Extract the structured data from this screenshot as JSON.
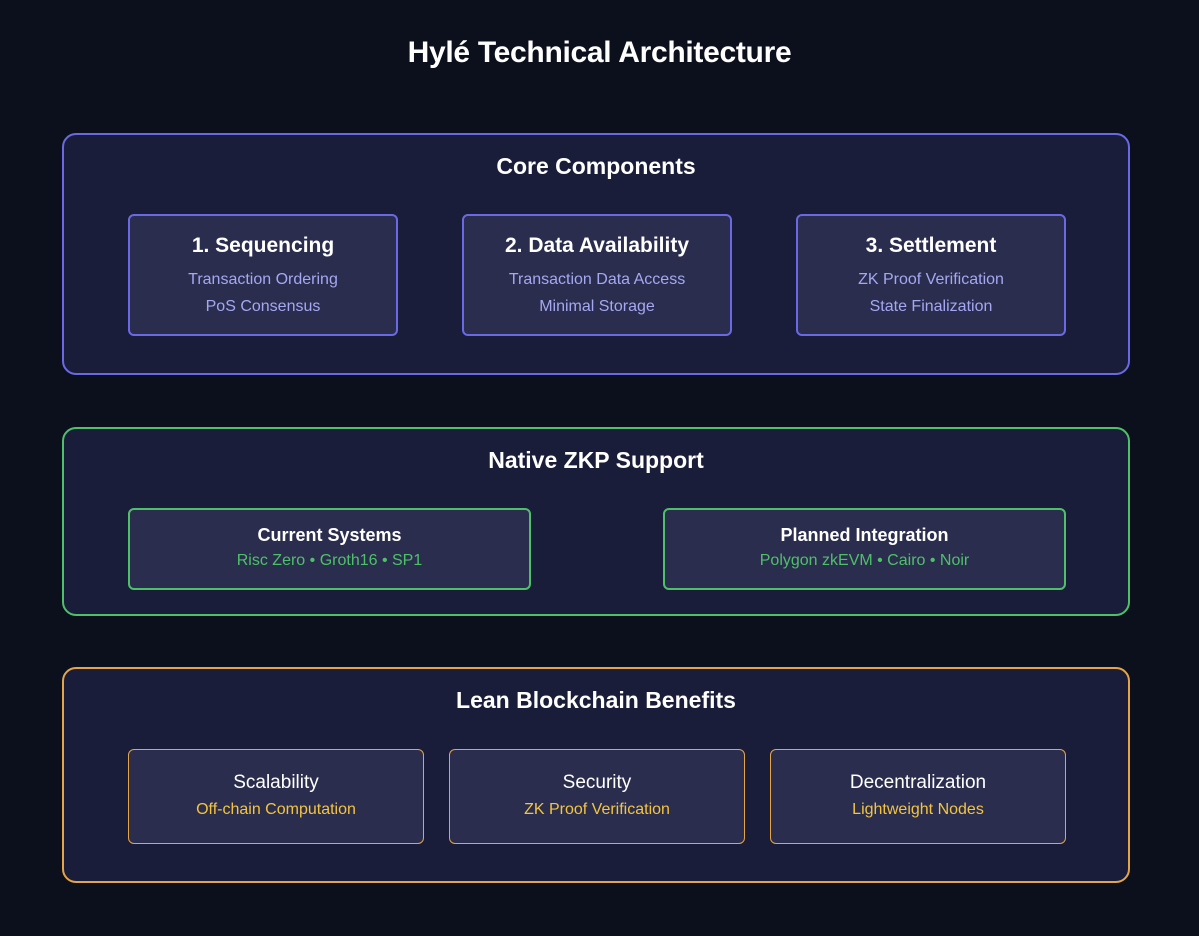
{
  "title": "Hylé Technical Architecture",
  "sections": {
    "core": {
      "title": "Core Components",
      "cards": [
        {
          "title": "1. Sequencing",
          "lines": [
            "Transaction Ordering",
            "PoS Consensus"
          ]
        },
        {
          "title": "2. Data Availability",
          "lines": [
            "Transaction Data Access",
            "Minimal Storage"
          ]
        },
        {
          "title": "3. Settlement",
          "lines": [
            "ZK Proof Verification",
            "State Finalization"
          ]
        }
      ]
    },
    "zkp": {
      "title": "Native ZKP Support",
      "cards": [
        {
          "title": "Current Systems",
          "detail": "Risc Zero • Groth16 • SP1"
        },
        {
          "title": "Planned Integration",
          "detail": "Polygon zkEVM • Cairo • Noir"
        }
      ]
    },
    "lean": {
      "title": "Lean Blockchain Benefits",
      "cards": [
        {
          "title": "Scalability",
          "detail": "Off-chain Computation"
        },
        {
          "title": "Security",
          "detail": "ZK Proof Verification"
        },
        {
          "title": "Decentralization",
          "detail": "Lightweight Nodes"
        }
      ]
    }
  },
  "colors": {
    "background": "#0c0f1c",
    "panel": "#1a1d3a",
    "card": "#2a2d4d",
    "core_accent": "#6a69e4",
    "core_text": "#a4a8f2",
    "zkp_accent": "#4fc06a",
    "lean_accent": "#e3a44a",
    "lean_text": "#f4c43f"
  }
}
